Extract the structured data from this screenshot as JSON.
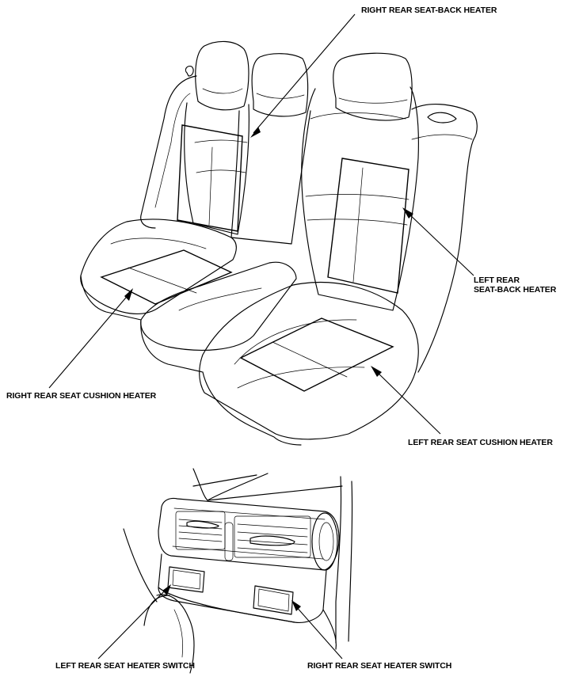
{
  "labels": {
    "right_rear_seat_back_heater": "RIGHT REAR SEAT-BACK HEATER",
    "left_rear_seat_back_heater_line1": "LEFT REAR",
    "left_rear_seat_back_heater_line2": "SEAT-BACK HEATER",
    "right_rear_seat_cushion_heater": "RIGHT REAR SEAT CUSHION HEATER",
    "left_rear_seat_cushion_heater": "LEFT REAR SEAT CUSHION HEATER",
    "left_rear_seat_heater_switch": "LEFT REAR SEAT HEATER SWITCH",
    "right_rear_seat_heater_switch": "RIGHT REAR SEAT HEATER SWITCH"
  }
}
